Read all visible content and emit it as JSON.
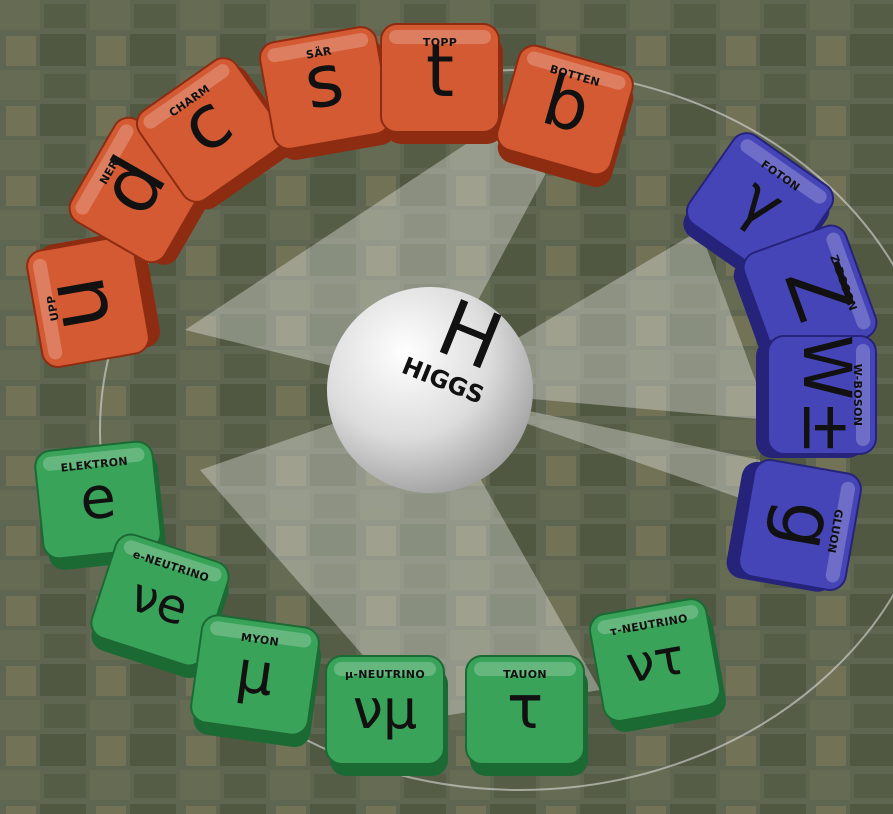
{
  "center": {
    "symbol": "H",
    "label": "HIGGS"
  },
  "colors": {
    "quark": "#d35a32",
    "quark_dark": "#8e2c12",
    "boson": "#4645b8",
    "boson_dark": "#25237a",
    "lepton": "#3aa35a",
    "lepton_dark": "#1c6a33",
    "sphere": "#e8e8e8"
  },
  "quarks": [
    {
      "symbol": "u",
      "label": "UPP"
    },
    {
      "symbol": "d",
      "label": "NER"
    },
    {
      "symbol": "c",
      "label": "CHARM"
    },
    {
      "symbol": "s",
      "label": "SÄR"
    },
    {
      "symbol": "t",
      "label": "TOPP"
    },
    {
      "symbol": "b",
      "label": "BOTTEN"
    }
  ],
  "bosons": [
    {
      "symbol": "γ",
      "label": "FOTON"
    },
    {
      "symbol": "Z",
      "label": "Z-BOSON"
    },
    {
      "symbol": "W±",
      "label": "W-BOSON"
    },
    {
      "symbol": "g",
      "label": "GLUON"
    }
  ],
  "leptons": [
    {
      "symbol": "e",
      "label": "ELEKTRON"
    },
    {
      "symbol": "νe",
      "label": "e-NEUTRINO"
    },
    {
      "symbol": "μ",
      "label": "MYON"
    },
    {
      "symbol": "νμ",
      "label": "μ-NEUTRINO"
    },
    {
      "symbol": "τ",
      "label": "TAUON"
    },
    {
      "symbol": "ντ",
      "label": "τ-NEUTRINO"
    }
  ]
}
